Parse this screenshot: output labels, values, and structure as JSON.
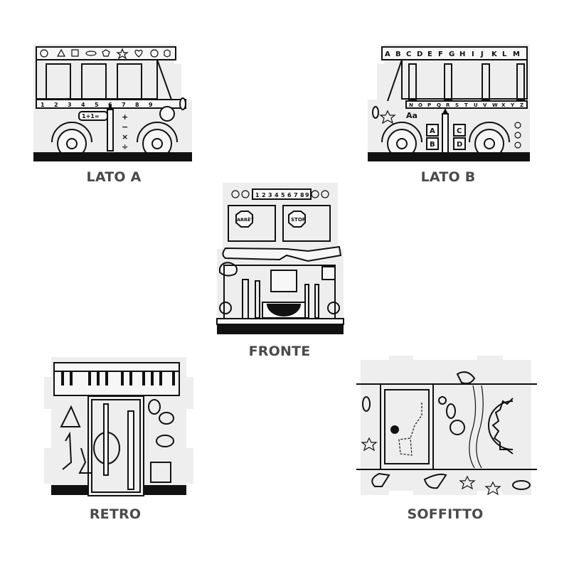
{
  "panels": [
    {
      "id": "lato-a",
      "label": "LATO A",
      "shapes": [
        "circle",
        "triangle",
        "square",
        "oval",
        "pentagon",
        "star",
        "heart",
        "circle",
        "hexagon"
      ],
      "ruler_numbers": [
        "1",
        "2",
        "3",
        "4",
        "5",
        "6",
        "7",
        "8",
        "9"
      ],
      "math_text": "1+1=",
      "math_symbols": [
        "+",
        "−",
        "×",
        "÷"
      ]
    },
    {
      "id": "lato-b",
      "label": "LATO B",
      "letters_top": [
        "A",
        "B",
        "C",
        "D",
        "E",
        "F",
        "G",
        "H",
        "I",
        "J",
        "K",
        "L",
        "M"
      ],
      "letters_mid": [
        "N",
        "O",
        "P",
        "Q",
        "R",
        "S",
        "T",
        "U",
        "V",
        "W",
        "X",
        "Y",
        "Z"
      ],
      "letter_blocks": [
        "A",
        "C",
        "B",
        "D"
      ],
      "aa_text": "Aa"
    },
    {
      "id": "fronte",
      "label": "FRONTE",
      "ruler_numbers": [
        "1",
        "2",
        "3",
        "4",
        "5",
        "6",
        "7",
        "8",
        "9"
      ],
      "sign_left": "ARRÊT",
      "sign_right": "STOP"
    },
    {
      "id": "retro",
      "label": "RETRO"
    },
    {
      "id": "soffitto",
      "label": "SOFFITTO"
    }
  ],
  "colors": {
    "label_text": "#4a4a4a",
    "panel_bg": "#eeeeee",
    "line": "#111111"
  }
}
